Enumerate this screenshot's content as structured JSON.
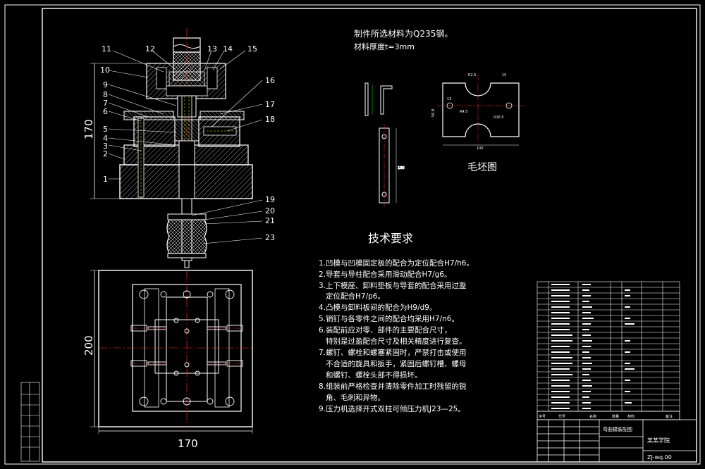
{
  "drawing": {
    "material_note": "制件所选材料为Q235钢。",
    "thickness_note": "材料厚度t=3mm",
    "blank_title": "毛坯图",
    "tech_title": "技术要求",
    "tech_items": [
      "1.凹模与凹模固定板的配合为定位配合H7/h6。",
      "2.导套与导柱配合采用滑动配合H7/g6。",
      "3.上下模座、卸料垫板与导套的配合采用过盈",
      "定位配合H7/p6。",
      "4.凸模与卸料板间的配合为H9/d9。",
      "5.销钉与各零件之间的配合均采用H7/n6。",
      "6.装配前应对零、部件的主要配合尺寸，",
      "特别是过盈配合尺寸及相关精度进行复查。",
      "7.螺钉、螺栓和螺塞紧固时，严禁打击或使用",
      "不合适的旋具和扳手，紧固后螺钉槽、螺母",
      "和螺钉、螺栓头部不得损坏。",
      "8.组装前严格检查并清除零件加工时残留的锐",
      "角、毛刺和异物。",
      "9.压力机选择开式双柱可倾压力机J23—25。"
    ],
    "part_numbers": [
      "1",
      "2",
      "3",
      "4",
      "5",
      "6",
      "7",
      "8",
      "9",
      "10",
      "11",
      "12",
      "13",
      "14",
      "15",
      "16",
      "17",
      "18",
      "19",
      "20",
      "21",
      "23"
    ],
    "dims": {
      "height_front": "170",
      "height_plan": "200",
      "width_plan": "170",
      "blank_width": "100",
      "blank_a": "R2.5",
      "blank_b": "R4.5",
      "blank_c": "13",
      "blank_d": "56.8",
      "blank_e": "15",
      "blank_f": "R16.5",
      "profile_len": "100"
    },
    "title_block": {
      "name": "弯曲模装配图",
      "school": "某某学院",
      "drawing_no": "ZJ-wq.00",
      "header_no": "序号",
      "header_code": "代号",
      "header_name": "名称",
      "header_qty": "数量",
      "header_mat": "材料",
      "header_note": "备注"
    }
  },
  "colors": {
    "background": "#000000",
    "line": "#ffffff",
    "center": "#ff3030",
    "hidden": "#ffff00",
    "dim": "#00ff00"
  }
}
